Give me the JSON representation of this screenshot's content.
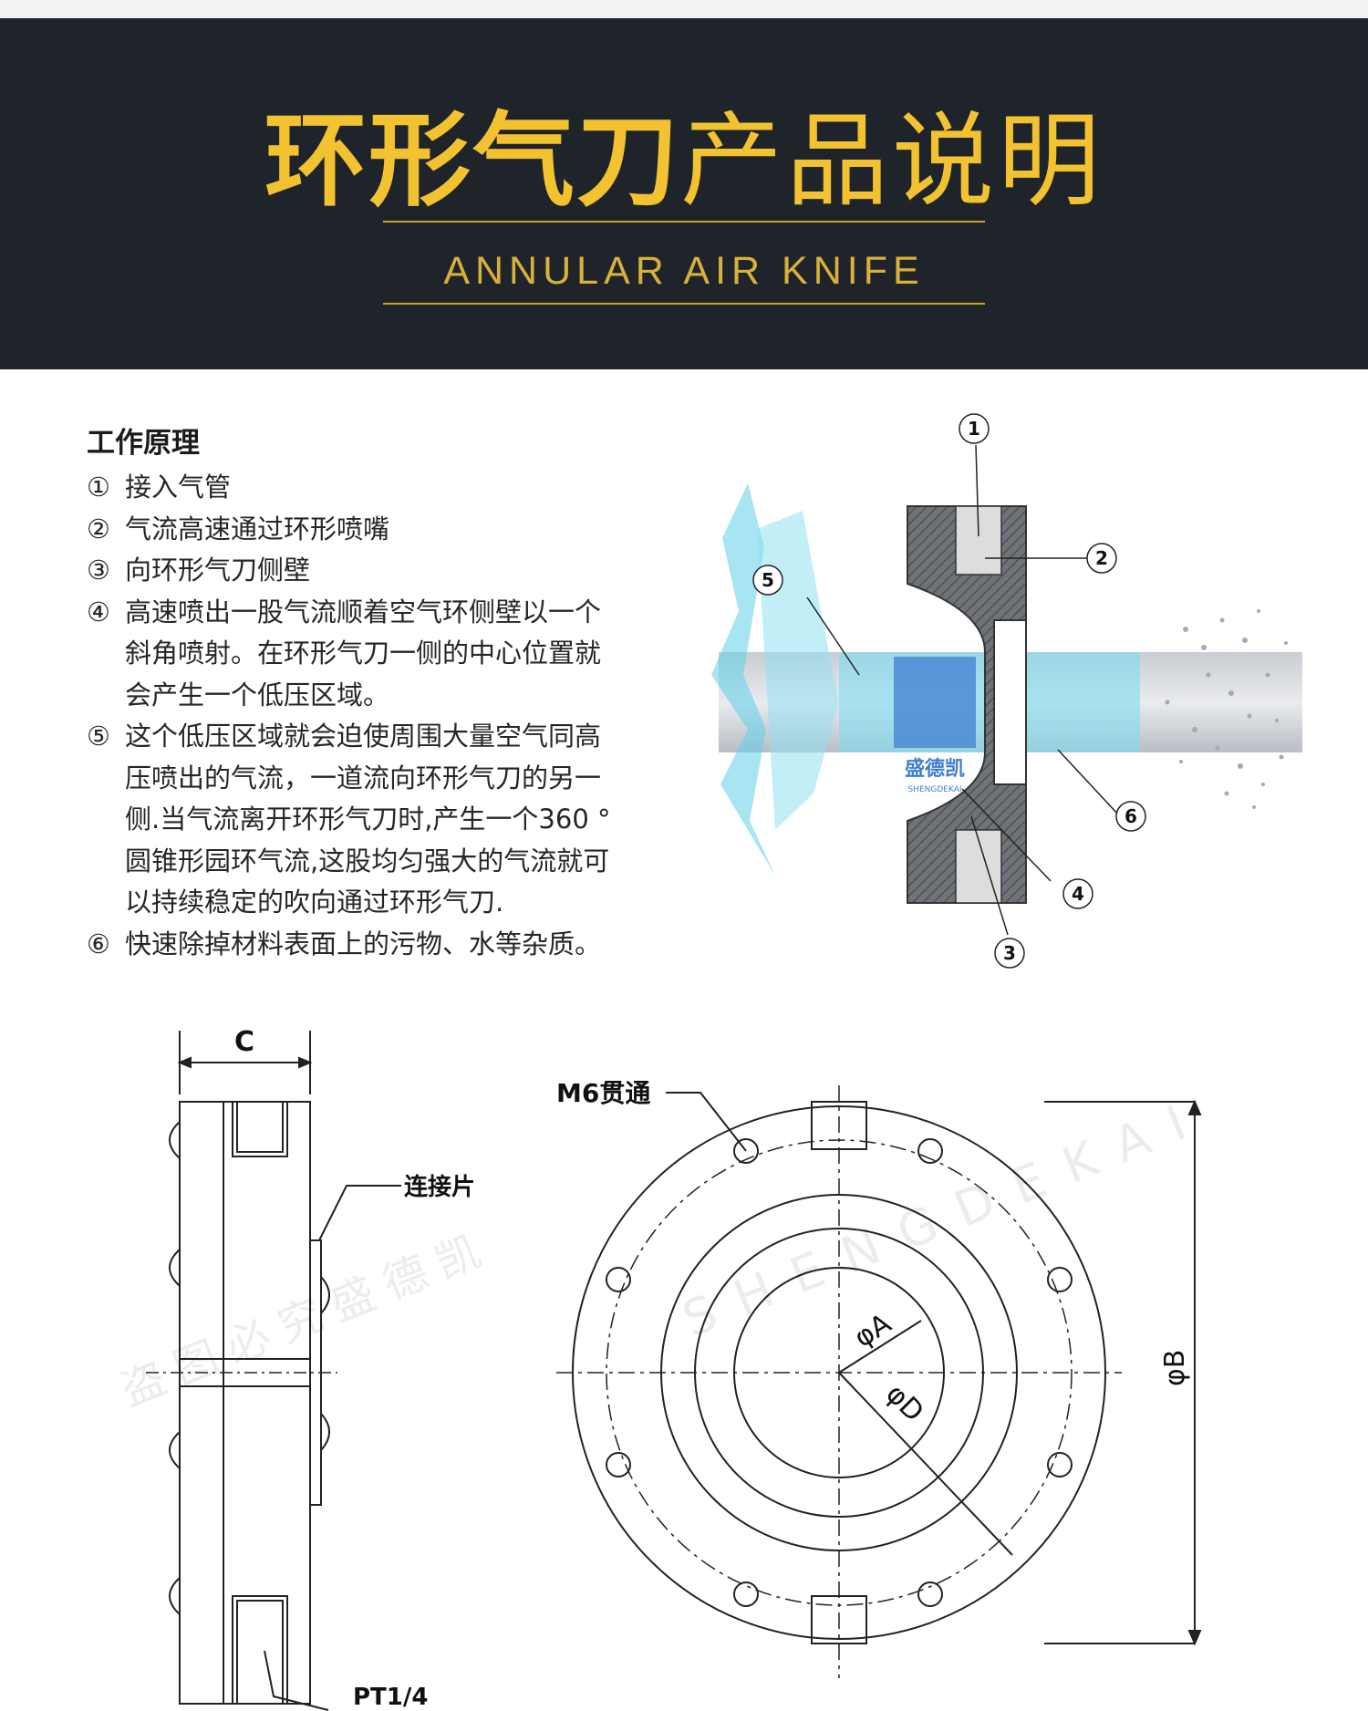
{
  "banner": {
    "title_bold": "环形气刀",
    "title_light": "产品说明",
    "subtitle": "ANNULAR AIR KNIFE"
  },
  "principle": {
    "heading": "工作原理",
    "steps": [
      {
        "num": "①",
        "text": "接入气管"
      },
      {
        "num": "②",
        "text": "气流高速通过环形喷嘴"
      },
      {
        "num": "③",
        "text": "向环形气刀侧壁"
      },
      {
        "num": "④",
        "text": "高速喷出一股气流顺着空气环侧壁以一个\n斜角喷射。在环形气刀一侧的中心位置就\n会产生一个低压区域。"
      },
      {
        "num": "⑤",
        "text": "这个低压区域就会迫使周围大量空气同高\n压喷出的气流，一道流向环形气刀的另一\n侧.当气流离开环形气刀时,产生一个360 °\n圆锥形园环气流,这股均匀强大的气流就可\n以持续稳定的吹向通过环形气刀."
      },
      {
        "num": "⑥",
        "text": "快速除掉材料表面上的污物、水等杂质。"
      }
    ]
  },
  "diagram": {
    "callouts": [
      "1",
      "2",
      "3",
      "4",
      "5",
      "6"
    ],
    "logo_cn": "盛德凯",
    "logo_en": "SHENGDEKAI"
  },
  "drawing": {
    "dim_c": "C",
    "label_connector": "连接片",
    "label_thread": "PT1/4",
    "label_m6": "M6贯通",
    "dim_a": "φA",
    "dim_d": "φD",
    "dim_b": "φB"
  },
  "watermark": {
    "text_cn": "盗图必究盛德凯",
    "text_en": "SHENGDEKAI"
  },
  "colors": {
    "banner_bg": "#1f242b",
    "title_gold": "#f2c230",
    "rule_gold": "#c9a227",
    "airflow_cyan": "#5fd0ea",
    "logo_blue": "#3f7fd0"
  }
}
